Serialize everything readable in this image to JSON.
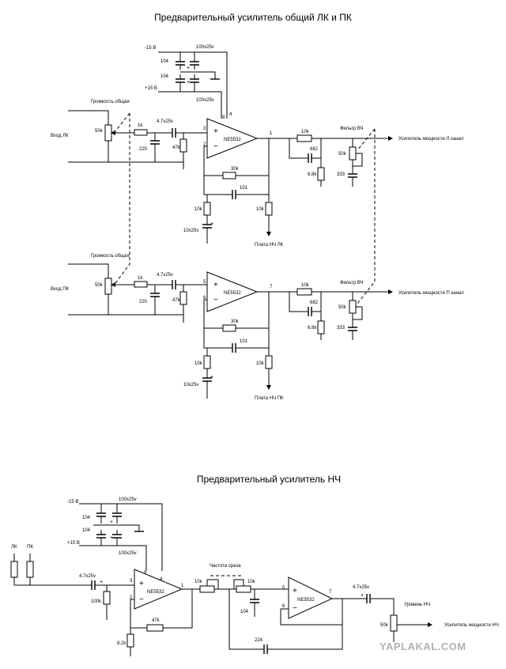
{
  "titles": {
    "main": "Предварительный усилитель общий ЛК и ПК",
    "lf": "Предварительный усилитель НЧ"
  },
  "watermark": "YAPLAKAL.COM",
  "left_channel": {
    "input": "Вход ЛК",
    "volume": "Громкость общая",
    "pot": "50k",
    "r_in": "1k",
    "c_in": "4.7x25v",
    "c_220": "220",
    "r_47k": "47k",
    "pin_plus": "3",
    "pin_minus": "2",
    "pin_out": "1",
    "pin_vm": "4",
    "pin_vp": "8",
    "op": "NE5532",
    "plus": "+",
    "minus": "−",
    "r_fb": "30k",
    "c_fb": "101",
    "r_gnd": "10k",
    "c_gnd": "10x25v",
    "r_out": "10k",
    "c_682": "682",
    "r_68k": "6.8k",
    "filter": "Фильтр ВЧ",
    "pot_f": "50k",
    "c_333": "333",
    "out_amp": "Усилитель мощности Л канал",
    "r_load": "10k",
    "out_board": "Плата НЧ ЛК"
  },
  "power": {
    "neg": "-15 В",
    "pos": "+15 В",
    "c104a": "104",
    "c104b": "104",
    "c100a": "100x25v",
    "c100b": "100x25v",
    "plus_a": "+",
    "plus_b": "+"
  },
  "right_channel": {
    "input": "Вход ПК",
    "volume": "Громкость общая",
    "pot": "50k",
    "r_in": "1k",
    "c_in": "4.7x25v",
    "c_220": "220",
    "r_47k": "47k",
    "pin_plus": "5",
    "pin_minus": "6",
    "pin_out": "7",
    "op": "NE5532",
    "plus": "+",
    "minus": "−",
    "r_fb": "30k",
    "c_fb": "101",
    "r_gnd": "10k",
    "c_gnd": "10x25v",
    "r_out": "10k",
    "c_682": "682",
    "r_68k": "6.8k",
    "filter": "Фильтр ВЧ",
    "pot_f": "50k",
    "c_333": "333",
    "out_amp": "Усилитель мощности П канал",
    "r_load": "10k",
    "out_board": "Плата НЧ ПК"
  },
  "lf": {
    "neg": "-15 В",
    "pos": "+15 В",
    "c104a": "104",
    "c104b": "104",
    "c100a": "100x25v",
    "c100b": "100x25v",
    "lk": "ЛК",
    "pk": "ПК",
    "c_in": "4.7x25v",
    "r_100k": "100k",
    "pin_plus": "3",
    "pin_minus": "2",
    "pin_out": "1",
    "pin_vm": "4",
    "pin_vp": "8",
    "op1": "NE5532",
    "plus": "+",
    "minus": "−",
    "r_47k": "47k",
    "r_82k": "8.2k",
    "cutoff": "Частота среза",
    "pot1": "10k",
    "pot2": "10k",
    "c_104": "104",
    "c_224": "224",
    "pin5": "5",
    "pin6": "6",
    "pin7": "7",
    "op2": "NE5532",
    "c_out": "4.7x25v",
    "level": "Уровень НЧ",
    "pot_out": "50k",
    "out": "Усилитель мощности НЧ"
  }
}
